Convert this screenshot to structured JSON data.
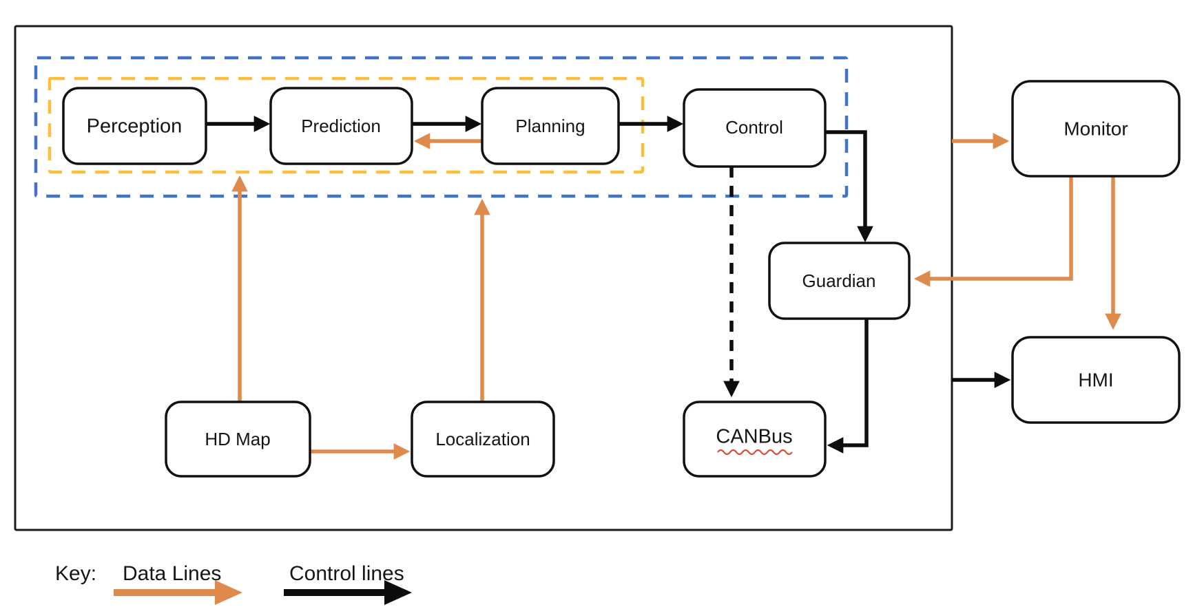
{
  "nodes": {
    "perception": {
      "label": "Perception"
    },
    "prediction": {
      "label": "Prediction"
    },
    "planning": {
      "label": "Planning"
    },
    "control": {
      "label": "Control"
    },
    "guardian": {
      "label": "Guardian"
    },
    "canbus": {
      "label": "CANBus",
      "spellcheck_underline": true
    },
    "hd_map": {
      "label": "HD Map"
    },
    "localization": {
      "label": "Localization"
    },
    "monitor": {
      "label": "Monitor"
    },
    "hmi": {
      "label": "HMI"
    }
  },
  "groups": {
    "vehicle_boundary": {
      "style": "solid black rectangle"
    },
    "blue_subsystem": {
      "style": "blue dashed rectangle",
      "contains": [
        "perception",
        "prediction",
        "planning",
        "control"
      ]
    },
    "yellow_subsystem": {
      "style": "yellow dashed rectangle",
      "contains": [
        "perception",
        "prediction",
        "planning"
      ]
    }
  },
  "edges": [
    {
      "from": "perception",
      "to": "prediction",
      "type": "control"
    },
    {
      "from": "prediction",
      "to": "planning",
      "type": "control"
    },
    {
      "from": "planning",
      "to": "control",
      "type": "control"
    },
    {
      "from": "control",
      "to": "guardian",
      "type": "control"
    },
    {
      "from": "guardian",
      "to": "canbus",
      "type": "control"
    },
    {
      "from": "control",
      "to": "canbus",
      "type": "control-dashed"
    },
    {
      "from": "vehicle_boundary",
      "to": "hmi",
      "type": "control"
    },
    {
      "from": "planning",
      "to": "prediction",
      "type": "data"
    },
    {
      "from": "hd_map",
      "to": "yellow_subsystem",
      "type": "data"
    },
    {
      "from": "hd_map",
      "to": "localization",
      "type": "data"
    },
    {
      "from": "localization",
      "to": "blue_subsystem",
      "type": "data"
    },
    {
      "from": "vehicle_boundary",
      "to": "monitor",
      "type": "data"
    },
    {
      "from": "monitor",
      "to": "guardian",
      "type": "data"
    },
    {
      "from": "monitor",
      "to": "hmi",
      "type": "data"
    }
  ],
  "legend": {
    "key_label": "Key:",
    "data_lines_label": "Data Lines",
    "control_lines_label": "Control lines"
  },
  "colors": {
    "data_line": "#DF8A4D",
    "control_line": "#0d0d0d",
    "subsystem_blue": "#4472C4",
    "subsystem_yellow": "#FBBF3F",
    "spellcheck_red": "#E8432B"
  }
}
